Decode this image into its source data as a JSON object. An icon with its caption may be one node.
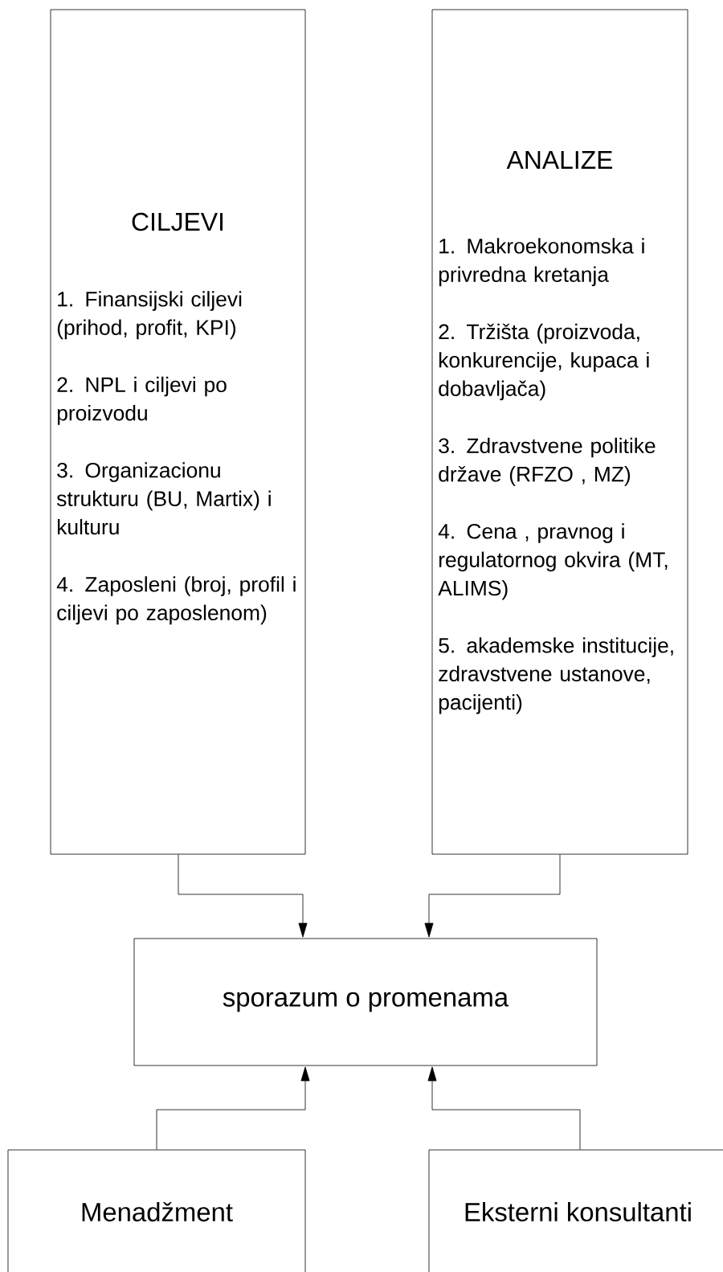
{
  "diagram": {
    "nodes": [
      {
        "text": [
          "CILJEVI",
          "1. Finansijski ciljevi (prihod, profit, KPI)",
          "2. NPL i ciljevi po proizvodu",
          "3. Organizacionu strukturu (BU, Martix) i kulturu",
          "4. Zaposleni (broj, profil i ciljevi po zaposlenom)"
        ]
      },
      {
        "text": [
          "ANALIZE",
          "1. Makroekonomska i privredna kretanja",
          "2.  Tržišta  (proizvoda, konkurencije, kupaca i dobavljača)",
          "3. Zdravstvene politike države (RFZO , MZ)",
          "4. Cena , pravnog i regulatornog okvira (MT, ALIMS)",
          "5. akademske institucije, zdravstvene ustanove, pacijenti)"
        ]
      },
      {
        "text": [
          "sporazum o promenama"
        ]
      },
      {
        "text": [
          "Menadžment"
        ]
      },
      {
        "text": [
          "Eksterni konsultanti"
        ]
      }
    ],
    "edges": [
      {
        "from": 0,
        "to": 2,
        "arrow": "to"
      },
      {
        "from": 1,
        "to": 2,
        "arrow": "to"
      },
      {
        "from": 3,
        "to": 2,
        "arrow": "to"
      },
      {
        "from": 4,
        "to": 2,
        "arrow": "to"
      }
    ]
  }
}
